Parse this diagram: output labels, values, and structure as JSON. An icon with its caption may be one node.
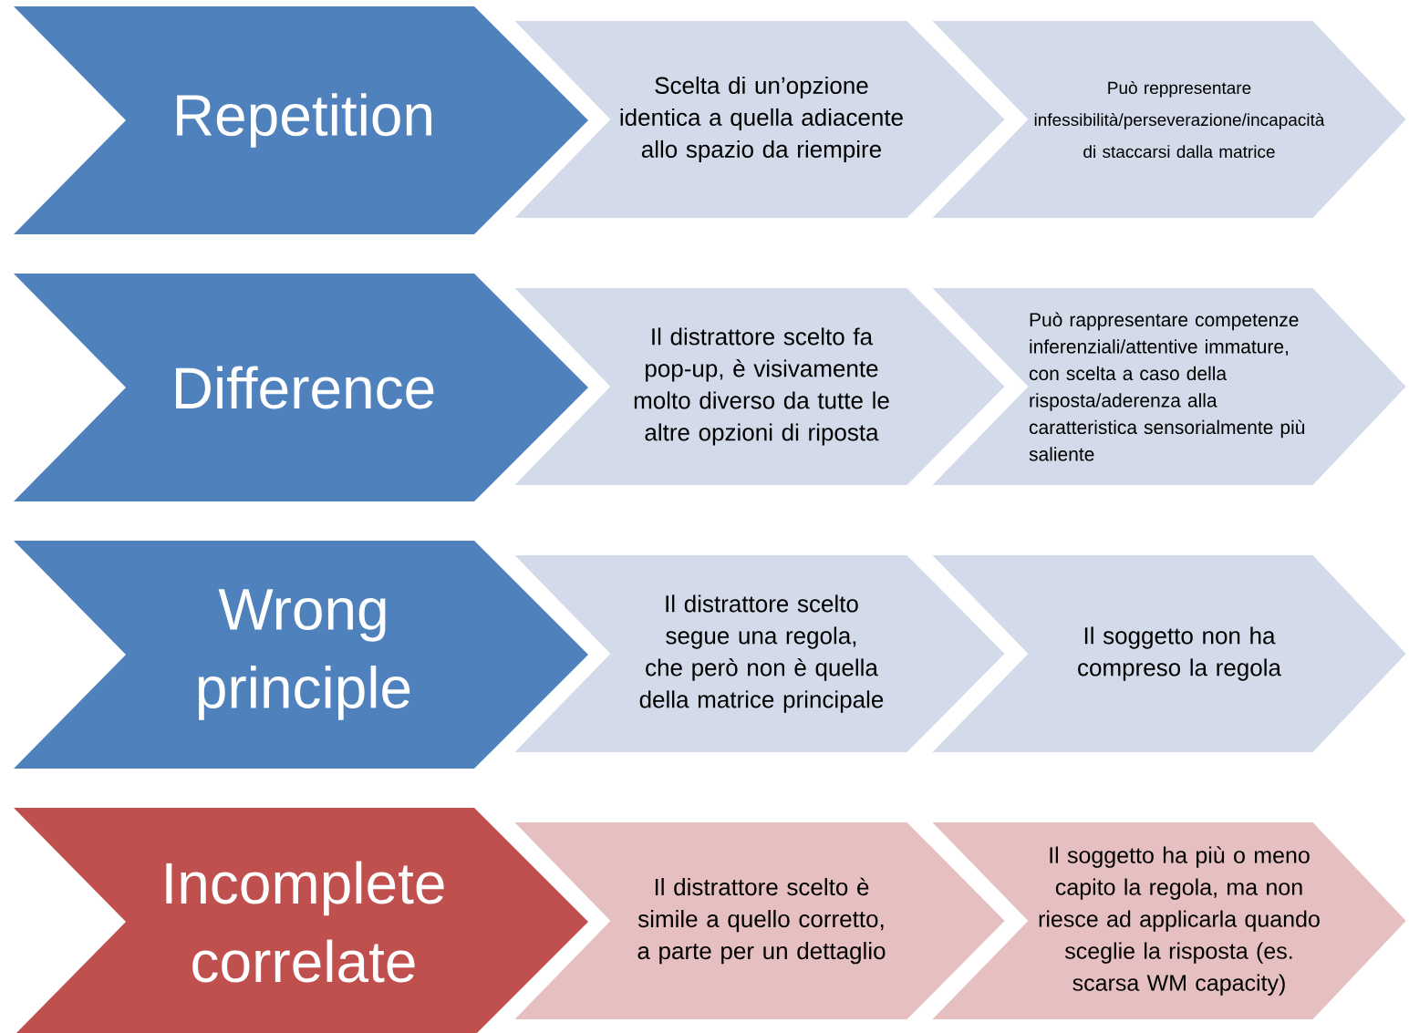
{
  "diagram": {
    "nodes": [
      {
        "text": [
          "Repetition"
        ]
      },
      {
        "text": [
          "Scelta di un’opzione identica a quella adiacente allo spazio da riempire"
        ]
      },
      {
        "text": [
          "Può reppresentare infessibilità/perseverazione/incapacità di staccarsi dalla matrice"
        ]
      },
      {
        "text": [
          "Difference"
        ]
      },
      {
        "text": [
          "Il distrattore scelto fa pop-up, è visivamente molto diverso da tutte le altre opzioni di riposta"
        ]
      },
      {
        "text": [
          "Può rappresentare competenze inferenziali/attentive immature, con scelta a caso della risposta/aderenza alla caratteristica sensorialmente più saliente"
        ]
      },
      {
        "text": [
          "Wrong principle"
        ]
      },
      {
        "text": [
          "Il distrattore scelto segue una regola, che però non è quella della matrice principale"
        ]
      },
      {
        "text": [
          "Il soggetto non ha compreso la regola"
        ]
      },
      {
        "text": [
          "Incomplete correlate"
        ]
      },
      {
        "text": [
          "Il distrattore scelto è simile a quello corretto, a parte per un dettaglio"
        ]
      },
      {
        "text": [
          "Il soggetto ha più o meno capito la regola, ma non riesce ad applicarla quando sceglie la risposta (es. scarsa WM capacity)"
        ]
      }
    ]
  }
}
